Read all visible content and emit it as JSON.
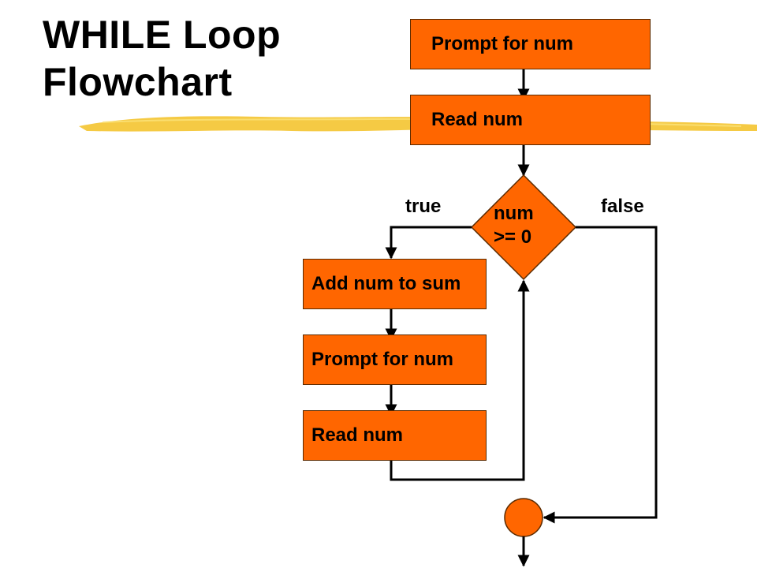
{
  "title": {
    "line1": "WHILE Loop",
    "line2": "Flowchart"
  },
  "colors": {
    "box_fill": "#ff6600",
    "brush_stroke": "#f4c430",
    "line": "#000000"
  },
  "nodes": {
    "prompt_top": "Prompt for num",
    "read_top": "Read num",
    "condition_line1": "num",
    "condition_line2": ">= 0",
    "add_sum": "Add num to sum",
    "prompt_loop": "Prompt for num",
    "read_loop": "Read num"
  },
  "branches": {
    "true_label": "true",
    "false_label": "false"
  }
}
